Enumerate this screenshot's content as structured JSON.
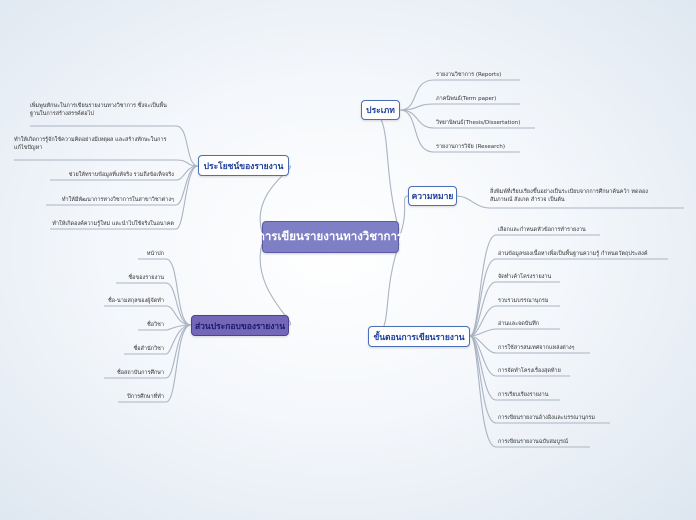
{
  "central": "การเขียนรายงานทางวิชาการ",
  "branches": {
    "types": {
      "title": "ประเภท",
      "items": [
        "รายงานวิชาการ (Reports)",
        "ภาคนิพนธ์(Term paper)",
        "วิทยานิพนธ์(Thesis/Dissertation)",
        "รายงานการวิจัย (Research)"
      ]
    },
    "meaning": {
      "title": "ความหมาย",
      "items": [
        "สิ่งพิมพ์ที่เรียบเรียงขึ้นอย่างเป็นระเบียบจากการศึกษาค้นคว้า ทดลอง สัมภาษณ์ สังเกต สำรวจ เป็นต้น"
      ]
    },
    "steps": {
      "title": "ขั้นตอนการเขียนรายงาน",
      "items": [
        "เลือกและกำหนดหัวข้อการทำรายงาน",
        "อ่านข้อมูลของเนื้อหาเพื่อเป็นพื้นฐานความรู้ กำหนดวัตถุประสงค์",
        "จัดทำเค้าโครงรายงาน",
        "รวบรวมบรรณานุกรม",
        "อ่านและจดบันทึก",
        "การใช้สารสนเทศจากแหล่งต่างๆ",
        "การจัดทำโครงเรื่องสุดท้าย",
        "การเรียบเรียงรายงาน",
        "การเขียนรายงานอ้างอิงและบรรณานุกรม",
        "การเขียนรายงานฉบับสมบูรณ์"
      ]
    },
    "benefits": {
      "title": "ประโยชน์ของรายงาน",
      "items": [
        "เพิ่มพูนทักษะในการเขียนรายงานทางวิชาการ ซึ่งจะเป็นพื้นฐานในการสร้างสรรค์ต่อไป",
        "ทำให้เกิดการรู้จักใช้ความคิดอย่างมีเหตุผล และสร้างทักษะในการแก้ไขปัญหา",
        "ช่วยให้ทราบข้อมูลที่แท้จริง รวมถึงข้อเท็จจริง",
        "ทำให้มีพัฒนาการทางวิชาการในสาขาวิชาต่างๆ",
        "ทำให้เกิดองค์ความรู้ใหม่ และนำไปใช้จริงในอนาคต"
      ]
    },
    "components": {
      "title": "ส่วนประกอบของรายงาน",
      "items": [
        "หน้าปก",
        "ชื่อของรายงาน",
        "ชื่อ-นามสกุลของผู้จัดทำ",
        "ชื่อวิชา",
        "ชื่อสำนักวิชา",
        "ชื่อสถาบันการศึกษา",
        "ปีการศึกษาที่ทำ"
      ]
    }
  }
}
